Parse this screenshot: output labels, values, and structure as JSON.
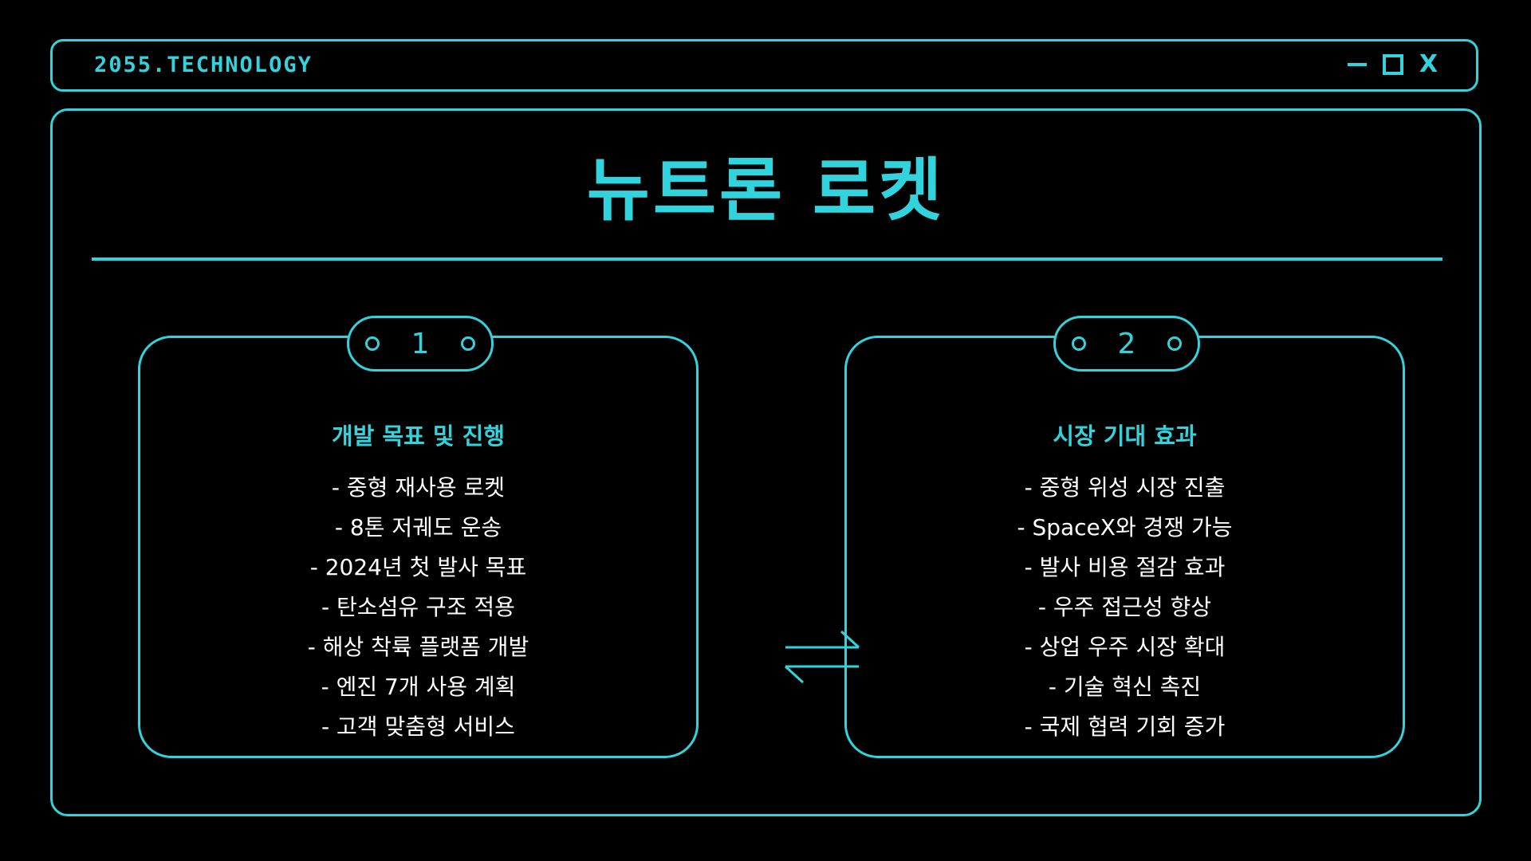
{
  "window": {
    "brand": "2055.TECHNOLOGY",
    "controls": {
      "minimize_icon": "minimize-icon",
      "maximize_icon": "maximize-icon",
      "close_label": "X"
    }
  },
  "page": {
    "title": "뉴트론 로켓"
  },
  "cards": [
    {
      "number": "1",
      "heading": "개발 목표 및 진행",
      "items": [
        "- 중형 재사용 로켓",
        "- 8톤 저궤도 운송",
        "- 2024년 첫 발사 목표",
        "- 탄소섬유 구조 적용",
        "- 해상 착륙 플랫폼 개발",
        "- 엔진 7개 사용 계획",
        "- 고객 맞춤형 서비스"
      ]
    },
    {
      "number": "2",
      "heading": "시장 기대 효과",
      "items": [
        "- 중형 위성 시장 진출",
        "- SpaceX와 경쟁 가능",
        "- 발사 비용 절감 효과",
        "- 우주 접근성 향상",
        "- 상업 우주 시장 확대",
        "- 기술 혁신 촉진",
        "- 국제 협력 기회 증가"
      ]
    }
  ],
  "icons": {
    "center": "swap-arrows-icon"
  },
  "colors": {
    "accent": "#32d3dc",
    "background": "#000000",
    "text": "#ffffff"
  }
}
